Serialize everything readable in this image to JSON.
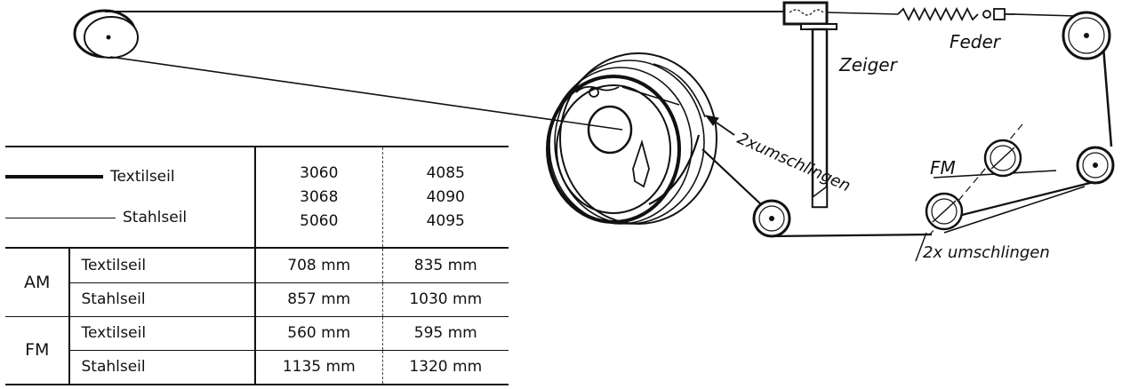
{
  "labels": {
    "feder": "Feder",
    "zeiger": "Zeiger",
    "fm": "FM",
    "wrap_drum": "2xumschlingen",
    "wrap_pulley": "2x umschlingen"
  },
  "legend": {
    "textile": "Textilseil",
    "steel": "Stahlseil"
  },
  "table": {
    "headers": {
      "col1": [
        "3060",
        "3068",
        "5060"
      ],
      "col2": [
        "4085",
        "4090",
        "4095"
      ]
    },
    "rows": [
      {
        "mode": "AM",
        "type": "Textilseil",
        "v1": "708  mm",
        "v2": "835  mm"
      },
      {
        "mode": "AM",
        "type": "Stahlseil",
        "v1": "857  mm",
        "v2": "1030  mm"
      },
      {
        "mode": "FM",
        "type": "Textilseil",
        "v1": "560  mm",
        "v2": "595  mm"
      },
      {
        "mode": "FM",
        "type": "Stahlseil",
        "v1": "1135  mm",
        "v2": "1320  mm"
      }
    ]
  }
}
